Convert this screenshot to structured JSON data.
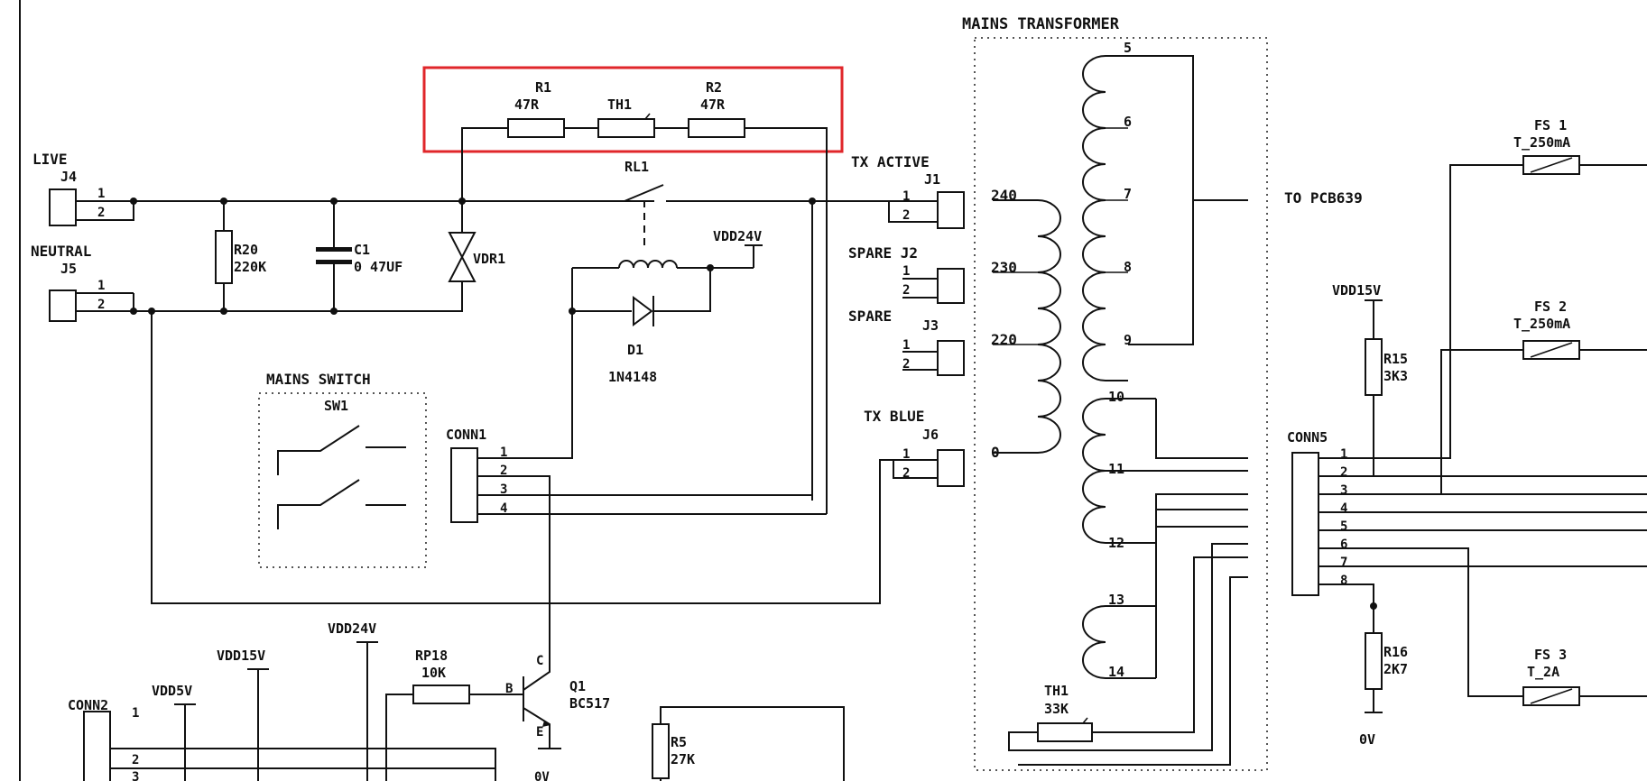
{
  "labels": {
    "mains_transformer": "MAINS TRANSFORMER",
    "r1": "R1",
    "r1_val": "47R",
    "th1": "TH1",
    "r2": "R2",
    "r2_val": "47R",
    "live": "LIVE",
    "j4": "J4",
    "neutral": "NEUTRAL",
    "j5": "J5",
    "r20": "R20",
    "r20_val": "220K",
    "c1": "C1",
    "c1_val": "0 47UF",
    "vdr1": "VDR1",
    "rl1": "RL1",
    "vdd24v_a": "VDD24V",
    "d1": "D1",
    "d1_val": "1N4148",
    "tx_active": "TX ACTIVE",
    "j1": "J1",
    "spare_j2": "SPARE J2",
    "spare_j3": "SPARE",
    "j3": "J3",
    "tx_blue": "TX BLUE",
    "j6": "J6",
    "mains_switch": "MAINS SWITCH",
    "sw1": "SW1",
    "conn1": "CONN1",
    "tap_240": "240",
    "tap_230": "230",
    "tap_220": "220",
    "tap_0": "0",
    "pin_5": "5",
    "pin_6": "6",
    "pin_7": "7",
    "pin_8": "8",
    "pin_9": "9",
    "pin_10": "10",
    "pin_11": "11",
    "pin_12": "12",
    "pin_13": "13",
    "pin_14": "14",
    "to_pcb": "TO PCB639",
    "th1b": "TH1",
    "th1b_val": "33K",
    "fs1": "FS 1",
    "fs1_val": "T_250mA",
    "fs2": "FS 2",
    "fs2_val": "T_250mA",
    "fs3": "FS 3",
    "fs3_val": "T_2A",
    "vdd15v_a": "VDD15V",
    "r15": "R15",
    "r15_val": "3K3",
    "conn5": "CONN5",
    "r16": "R16",
    "r16_val": "2K7",
    "zero_v": "0V",
    "vdd15v_b": "VDD15V",
    "vdd24v_b": "VDD24V",
    "vdd5v": "VDD5V",
    "rp18": "RP18",
    "rp18_val": "10K",
    "q1": "Q1",
    "q1_val": "BC517",
    "q_c": "C",
    "q_b": "B",
    "q_e": "E",
    "r5": "R5",
    "r5_val": "27K",
    "conn2": "CONN2",
    "zero_v_b": "0V"
  },
  "pin_numbers": {
    "one": "1",
    "two": "2",
    "three": "3",
    "four": "4",
    "five": "5",
    "six": "6",
    "seven": "7",
    "eight": "8"
  },
  "colors": {
    "ink": "#111111",
    "highlight": "#e0262a"
  }
}
